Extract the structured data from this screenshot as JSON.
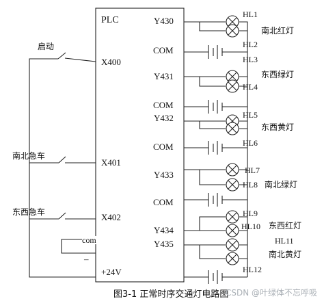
{
  "plc": {
    "title": "PLC",
    "inputs": {
      "x400": "X400",
      "x401": "X401",
      "x402": "X402"
    },
    "outputs": {
      "y430": "Y430",
      "y431": "Y431",
      "y432": "Y432",
      "y433": "Y433",
      "y434": "Y434",
      "y435": "Y435"
    },
    "com_label": "COM",
    "com_left": "com",
    "supply": "+24V",
    "minus": "–"
  },
  "switches": {
    "start": "启动",
    "ns_emergency": "南北急车",
    "ew_emergency": "东西急车"
  },
  "lamps": {
    "hl1": "HL1",
    "hl2": "HL2",
    "hl3": "HL3",
    "hl4": "HL4",
    "hl5": "HL5",
    "hl6": "HL6",
    "hl7": "HL7",
    "hl8": "HL8",
    "hl9": "HL9",
    "hl10": "HL10",
    "hl11": "HL11",
    "hl12": "HL12"
  },
  "lamp_names": {
    "ns_red": "南北红灯",
    "ew_green": "东西绿灯",
    "ew_yellow": "东西黄灯",
    "ns_green": "南北绿灯",
    "ew_red": "东西红灯",
    "ns_yellow": "南北黄灯"
  },
  "caption": "图3-1  正常时序交通灯电路图",
  "watermark": "CSDN @叶绿体不忘呼吸"
}
